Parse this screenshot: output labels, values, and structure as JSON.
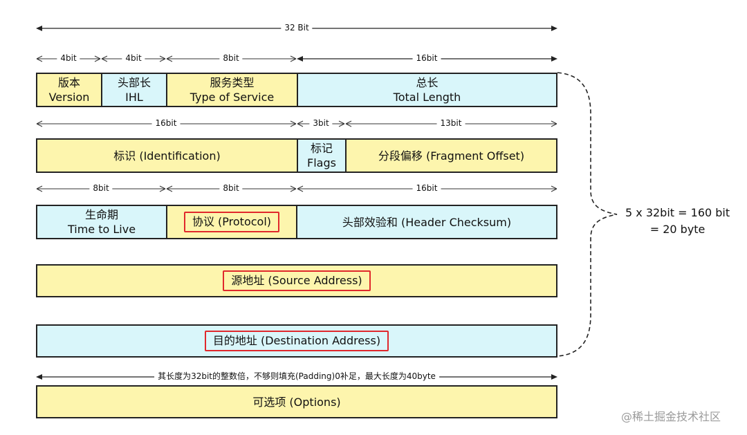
{
  "widths": {
    "total": "32 Bit",
    "r1": [
      "4bit",
      "4bit",
      "8bit",
      "16bit"
    ],
    "r2": [
      "16bit",
      "3bit",
      "13bit"
    ],
    "r3": [
      "8bit",
      "8bit",
      "16bit"
    ],
    "options_note": "其长度为32bit的整数倍，不够则填充(Padding)0补足，最大长度为40byte"
  },
  "fields": {
    "version": {
      "zh": "版本",
      "en": "Version"
    },
    "ihl": {
      "zh": "头部长",
      "en": "IHL"
    },
    "tos": {
      "zh": "服务类型",
      "en": "Type of Service"
    },
    "total_length": {
      "zh": "总长",
      "en": "Total Length"
    },
    "identification": "标识 (Identification)",
    "flags": {
      "zh": "标记",
      "en": "Flags"
    },
    "fragment_offset": "分段偏移 (Fragment Offset)",
    "ttl": {
      "zh": "生命期",
      "en": "Time to Live"
    },
    "protocol": "协议 (Protocol)",
    "checksum": "头部效验和 (Header Checksum)",
    "source": "源地址 (Source Address)",
    "destination": "目的地址 (Destination Address)",
    "options": "可选项 (Options)"
  },
  "header_size": {
    "line1": "5 x 32bit = 160 bit",
    "line2": "= 20 byte"
  },
  "watermark": "@稀土掘金技术社区",
  "colors": {
    "yellow": "#fdf5ad",
    "cyan": "#d9f6fa",
    "highlight": "#e0282c"
  }
}
